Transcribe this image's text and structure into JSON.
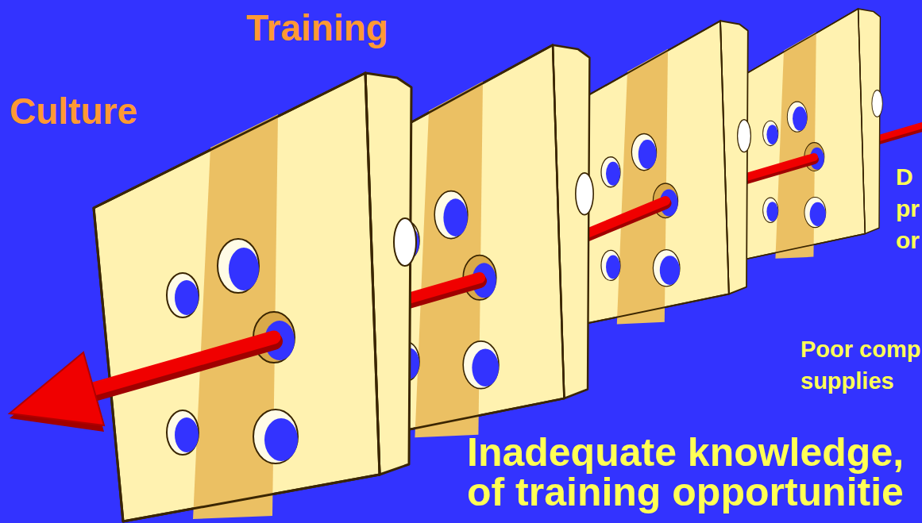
{
  "diagram": {
    "labels": [
      "Training",
      "Culture",
      "D pr or",
      "Poor comp supplies",
      "Inadequate knowledge, of training opportunitie"
    ]
  }
}
